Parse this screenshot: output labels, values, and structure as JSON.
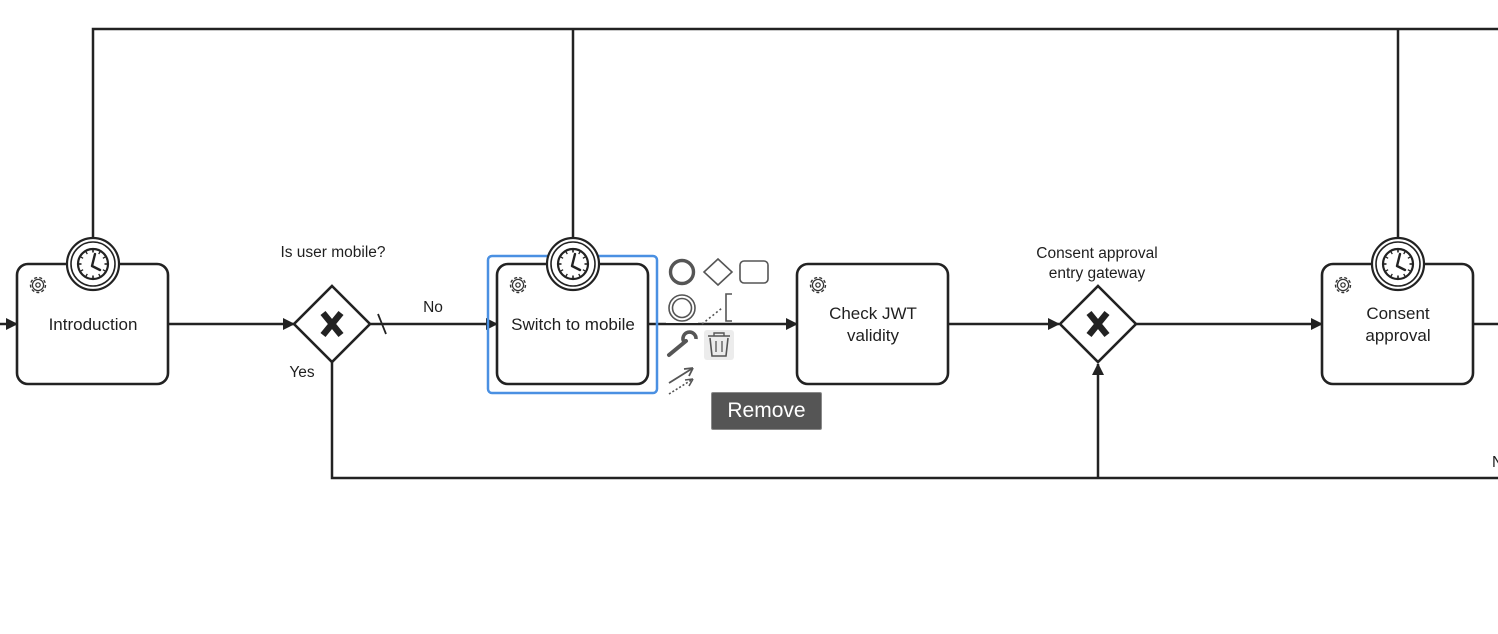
{
  "tasks": {
    "introduction": "Introduction",
    "switch_to_mobile": "Switch to mobile",
    "check_jwt_line1": "Check JWT",
    "check_jwt_line2": "validity",
    "consent_line1": "Consent",
    "consent_line2": "approval"
  },
  "gateways": {
    "is_user_mobile": "Is user mobile?",
    "consent_entry_line1": "Consent approval",
    "consent_entry_line2": "entry gateway"
  },
  "flows": {
    "no_label": "No",
    "yes_label": "Yes",
    "cut_label": "N"
  },
  "context_pad": {
    "tooltip": "Remove",
    "items": [
      "end-event-icon",
      "gateway-icon",
      "task-icon",
      "intermediate-event-icon",
      "text-annotation-icon",
      "wrench-icon",
      "trash-icon",
      "connect-icon"
    ]
  },
  "colors": {
    "selection": "#4a90e2",
    "stroke": "#222222",
    "tooltip_bg": "#555555"
  }
}
